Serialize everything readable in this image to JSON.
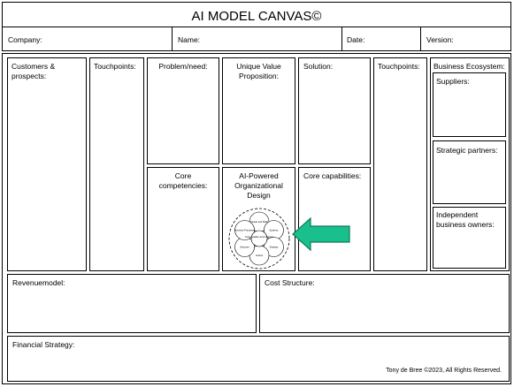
{
  "title": "AI MODEL CANVAS©",
  "header": {
    "company": "Company:",
    "name": "Name:",
    "date": "Date:",
    "version": "Version:"
  },
  "canvas": {
    "customers": "Customers & prospects:",
    "touchpoints_left": "Touchpoints:",
    "problem": "Problem/need:",
    "uvp": "Unique Value Proposition:",
    "solution": "Solution:",
    "touchpoints_right": "Touchpoints:",
    "ecosystem": "Business Ecosystem:",
    "suppliers": "Suppliers:",
    "strategic_partners": "Strategic partners:",
    "independent_owners": "Independent business owners:",
    "core_competencies": "Core competencies:",
    "ai_design": "AI-Powered Organizational Design",
    "core_capabilities": "Core capabilities:"
  },
  "bottom": {
    "revenue": "Revenuemodel:",
    "cost": "Cost Structure:",
    "financial": "Financial Strategy:",
    "copyright": "Tony de Bree ©2023, All Rights Reserved."
  },
  "diagram": {
    "center": "Core quality and Culture",
    "petals": [
      "People and Skills",
      "Systems",
      "Strategy",
      "Culture",
      "Structure",
      "Business Processes"
    ],
    "arrow_color": "#19c08e"
  }
}
